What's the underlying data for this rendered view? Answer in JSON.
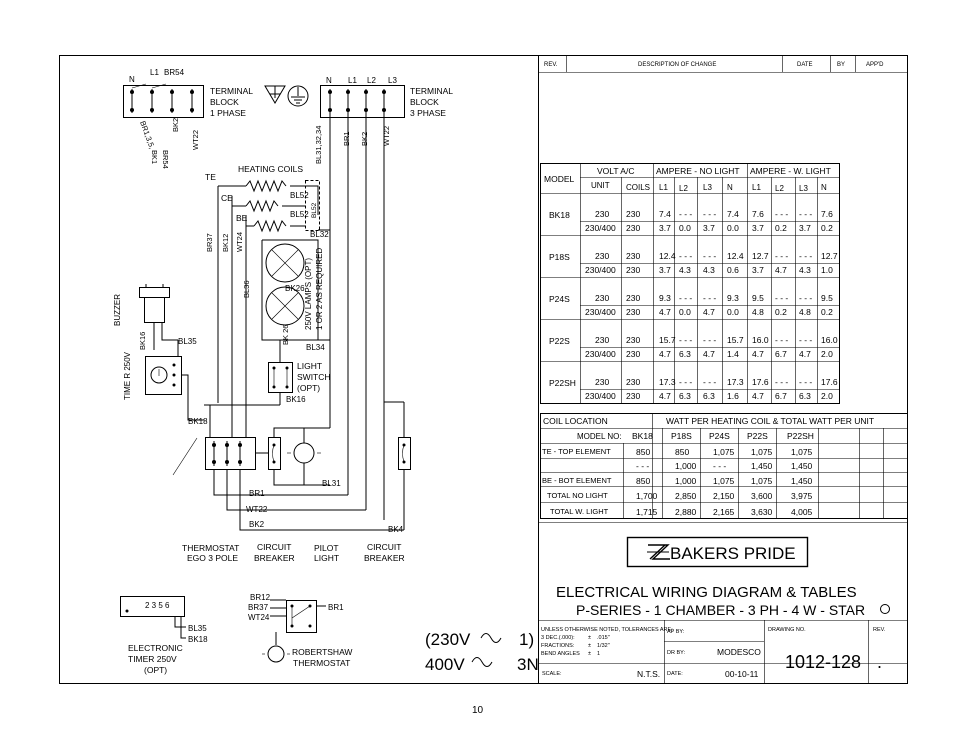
{
  "title_block": {
    "rev_header": "REV.",
    "description_header": "DESCRIPTION OF CHANGE",
    "date_header": "DATE",
    "by_header": "BY",
    "appd_header": "APP'D",
    "logo_text": "BAKERS PRIDE",
    "main_title": "ELECTRICAL WIRING DIAGRAM & TABLES",
    "sub_title": "P-SERIES -  1 CHAMBER - 3 PH - 4 W - STAR",
    "tolerance_note": "UNLESS OTHERWISE NOTED, TOLERANCES ARE:",
    "tol_dec_label": "3 DEC.(.000):",
    "tol_dec_value": ".015\"",
    "tol_frac_label": "FRACTIONS:",
    "tol_frac_value": "1/32\"",
    "tol_angle_label": "BEND ANGLES",
    "tol_angle_value": "1",
    "tol_pm": "±",
    "ap_by_label": "AP BY:",
    "dr_by_label": "DR BY:",
    "dr_by_value": "MODESCO",
    "drawing_no_label": "DRAWING NO.",
    "rev_label": "REV.",
    "drawing_no": "1012-128",
    "rev_value": ".",
    "scale_label": "SCALE:",
    "scale_value": "N.T.S.",
    "date_label": "DATE:",
    "date_value": "00-10-11",
    "voltage_1": "(230V",
    "voltage_1_suffix": "1)",
    "voltage_2": "400V",
    "voltage_2_suffix": "3N",
    "page_number": "10"
  },
  "ampere_table": {
    "col_model": "MODEL",
    "col_volt": "VOLT A/C",
    "col_amp_no_light": "AMPERE - NO LIGHT",
    "col_amp_w_light": "AMPERE - W. LIGHT",
    "sub_headers": [
      "UNIT",
      "COILS",
      "L1",
      "L2",
      "L3",
      "N",
      "L1",
      "L2",
      "L3",
      "N"
    ],
    "rows": [
      {
        "model": "BK18",
        "r1": [
          "230",
          "230",
          "7.4",
          "- - -",
          "- - -",
          "7.4",
          "7.6",
          "- - -",
          "- - -",
          "7.6"
        ],
        "r2": [
          "230/400",
          "230",
          "3.7",
          "0.0",
          "3.7",
          "0.0",
          "3.7",
          "0.2",
          "3.7",
          "0.2"
        ]
      },
      {
        "model": "P18S",
        "r1": [
          "230",
          "230",
          "12.4",
          "- - -",
          "- - -",
          "12.4",
          "12.7",
          "- - -",
          "- - -",
          "12.7"
        ],
        "r2": [
          "230/400",
          "230",
          "3.7",
          "4.3",
          "4.3",
          "0.6",
          "3.7",
          "4.7",
          "4.3",
          "1.0"
        ]
      },
      {
        "model": "P24S",
        "r1": [
          "230",
          "230",
          "9.3",
          "- - -",
          "- - -",
          "9.3",
          "9.5",
          "- - -",
          "- - -",
          "9.5"
        ],
        "r2": [
          "230/400",
          "230",
          "4.7",
          "0.0",
          "4.7",
          "0.0",
          "4.8",
          "0.2",
          "4.8",
          "0.2"
        ]
      },
      {
        "model": "P22S",
        "r1": [
          "230",
          "230",
          "15.7",
          "- - -",
          "- - -",
          "15.7",
          "16.0",
          "- - -",
          "- - -",
          "16.0"
        ],
        "r2": [
          "230/400",
          "230",
          "4.7",
          "6.3",
          "4.7",
          "1.4",
          "4.7",
          "6.7",
          "4.7",
          "2.0"
        ]
      },
      {
        "model": "P22SH",
        "r1": [
          "230",
          "230",
          "17.3",
          "- - -",
          "- - -",
          "17.3",
          "17.6",
          "- - -",
          "- - -",
          "17.6"
        ],
        "r2": [
          "230/400",
          "230",
          "4.7",
          "6.3",
          "6.3",
          "1.6",
          "4.7",
          "6.7",
          "6.3",
          "2.0"
        ]
      }
    ]
  },
  "watt_table": {
    "col_coil_location": "COIL LOCATION",
    "col_watt": "WATT PER HEATING COIL  &  TOTAL WATT PER UNIT",
    "model_header_label": "MODEL NO:",
    "models": [
      "BK18",
      "P18S",
      "P24S",
      "P22S",
      "P22SH"
    ],
    "rows": [
      {
        "label": "TE - TOP ELEMENT",
        "values": [
          "850",
          "850",
          "1,075",
          "1,075",
          "1,075"
        ]
      },
      {
        "label": "",
        "values": [
          "- - -",
          "1,000",
          "- - -",
          "1,450",
          "1,450"
        ]
      },
      {
        "label": "BE - BOT ELEMENT",
        "values": [
          "850",
          "1,000",
          "1,075",
          "1,075",
          "1,450"
        ]
      },
      {
        "label": "TOTAL NO LIGHT",
        "values": [
          "1,700",
          "2,850",
          "2,150",
          "3,600",
          "3,975"
        ]
      },
      {
        "label": "TOTAL W. LIGHT",
        "values": [
          "1,715",
          "2,880",
          "2,165",
          "3,630",
          "4,005"
        ]
      }
    ]
  },
  "diagram": {
    "tb1_terminals": [
      "N",
      "L1",
      "BR54"
    ],
    "tb1_label_1": "TERMINAL",
    "tb1_label_2": "BLOCK",
    "tb1_label_3": "1 PHASE",
    "tb3_terminals": [
      "N",
      "L1",
      "L2",
      "L3"
    ],
    "tb3_label_1": "TERMINAL",
    "tb3_label_2": "BLOCK",
    "tb3_label_3": "3 PHASE",
    "tb1_wires": [
      "BR1,3,5,",
      "BK2",
      "WT22"
    ],
    "tb1_wire_bk1": "BK1",
    "tb1_wire_br54": "BR54",
    "tb3_wires": [
      "BL31,32,34",
      "BR1",
      "BK2",
      "WT22"
    ],
    "heating_coils": "HEATING COILS",
    "te": "TE",
    "ce": "CE",
    "be": "BE",
    "bl52_a": "BL52",
    "bl52_b": "BL52",
    "bl52_rot": "BL52",
    "bl32": "BL32",
    "br37": "BR37",
    "bk12": "BK12",
    "wt24": "WT24",
    "bl36": "BL36",
    "bk26_a": "BK26",
    "bk26_b": "BK 26",
    "lamps_note_1": "250V LAMPS (OPT)",
    "lamps_note_2": "1 OR 2 AS REQUIRED",
    "bl34": "BL34",
    "buzzer": "BUZZER",
    "bk16_a": "BK16",
    "bl35_a": "BL35",
    "timer": "TIME R 250V",
    "light_switch_1": "LIGHT",
    "light_switch_2": "SWITCH",
    "light_switch_3": "(OPT)",
    "bk16_b": "BK16",
    "bk18_a": "BK18",
    "bl31": "BL31",
    "br1_a": "BR1",
    "wt22_a": "WT22",
    "bk2_a": "BK2",
    "bk4": "BK4",
    "thermostat_1": "THERMOSTAT",
    "thermostat_2": "EGO 3 POLE",
    "cb1_1": "CIRCUIT",
    "cb1_2": "BREAKER",
    "pilot_1": "PILOT",
    "pilot_2": "LIGHT",
    "cb2_1": "CIRCUIT",
    "cb2_2": "BREAKER",
    "et_pins": "2 3 5 6",
    "bl35_b": "BL35",
    "bk18_b": "BK18",
    "et_1": "ELECTRONIC",
    "et_2": "TIMER  250V",
    "et_3": "(OPT)",
    "br12": "BR12",
    "br37_b": "BR37",
    "wt24_b": "WT24",
    "br1_b": "BR1",
    "robertshaw_1": "ROBERTSHAW",
    "robertshaw_2": "THERMOSTAT"
  },
  "colors": {
    "line": "#000000",
    "background": "#ffffff"
  },
  "icons": [
    "ground-icon",
    "chassis-ground-icon",
    "lamp-icon",
    "buzzer-icon",
    "sine-wave-icon",
    "logo-mark-icon",
    "circle-marker-icon"
  ]
}
